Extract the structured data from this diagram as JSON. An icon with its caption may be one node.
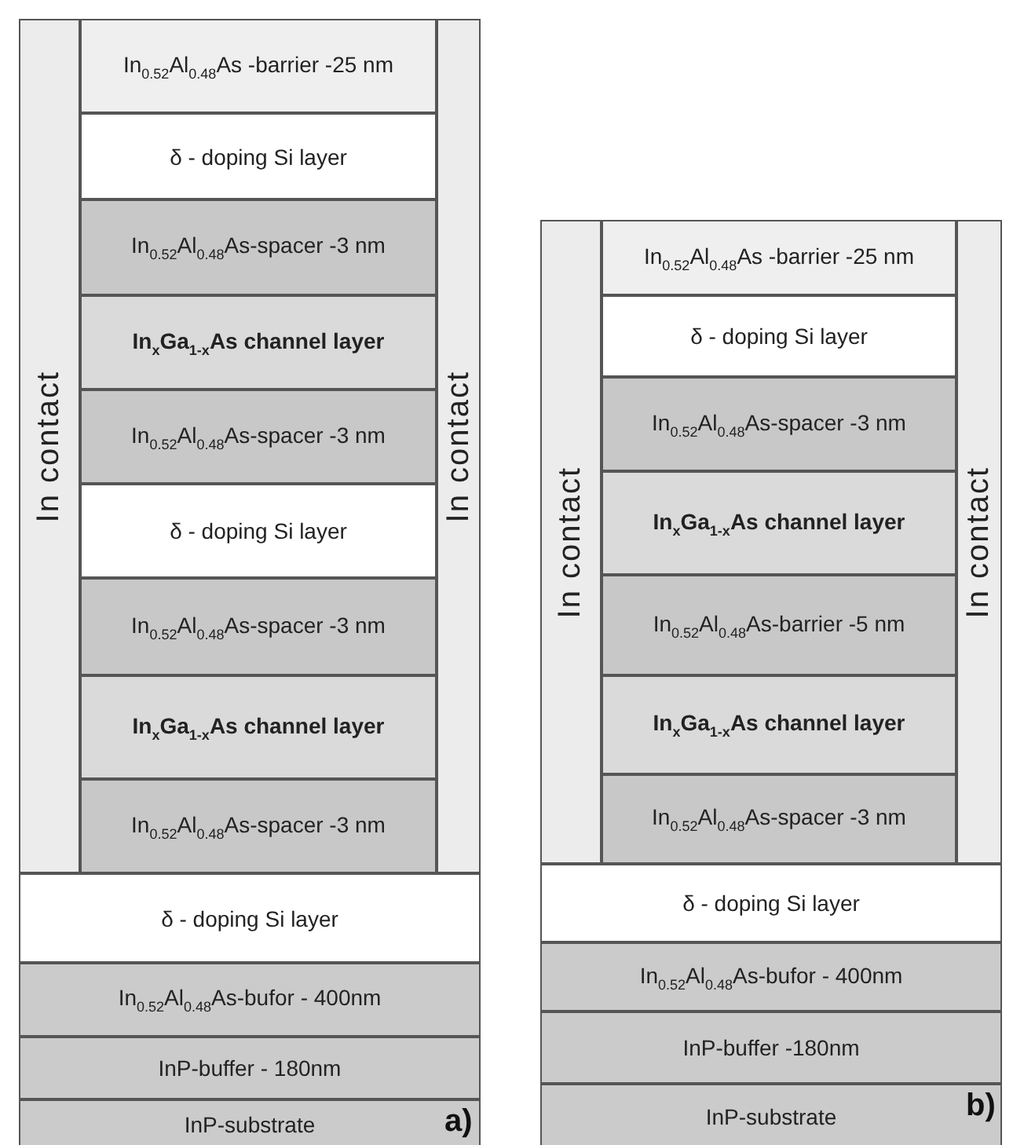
{
  "diagram": {
    "nodes": [
      {
        "text": [
          "In contact"
        ]
      },
      {
        "text": [
          "In$_{0.52}$Al$_{0.48}$As -barrier -25 nm"
        ]
      },
      {
        "text": [
          "δ - doping Si layer"
        ]
      },
      {
        "text": [
          "In$_{0.52}$Al$_{0.48}$As-spacer -3 nm"
        ]
      },
      {
        "text": [
          "In$_{x}$Ga$_{1-x}$As channel layer"
        ]
      },
      {
        "text": [
          "In$_{0.52}$Al$_{0.48}$As-spacer -3 nm"
        ]
      },
      {
        "text": [
          "δ - doping Si layer"
        ]
      },
      {
        "text": [
          "In$_{0.52}$Al$_{0.48}$As-spacer -3 nm"
        ]
      },
      {
        "text": [
          "In$_{x}$Ga$_{1-x}$As channel layer"
        ]
      },
      {
        "text": [
          "In$_{0.52}$Al$_{0.48}$As-spacer -3 nm"
        ]
      },
      {
        "text": [
          "In contact"
        ]
      },
      {
        "text": [
          "δ - doping Si layer"
        ]
      },
      {
        "text": [
          "In$_{0.52}$Al$_{0.48}$As-bufor - 400nm"
        ]
      },
      {
        "text": [
          "InP-buffer - 180nm"
        ]
      },
      {
        "text": [
          "InP-substrate"
        ]
      },
      {
        "text": [
          "In contact"
        ]
      },
      {
        "text": [
          "In$_{0.52}$Al$_{0.48}$As -barrier -25 nm"
        ]
      },
      {
        "text": [
          "δ - doping Si layer"
        ]
      },
      {
        "text": [
          "In$_{0.52}$Al$_{0.48}$As-spacer -3 nm"
        ]
      },
      {
        "text": [
          "In$_{x}$Ga$_{1-x}$As channel layer"
        ]
      },
      {
        "text": [
          "In$_{0.52}$Al$_{0.48}$As-barrier -5 nm"
        ]
      },
      {
        "text": [
          "In$_{x}$Ga$_{1-x}$As channel layer"
        ]
      },
      {
        "text": [
          "In$_{0.52}$Al$_{0.48}$As-spacer -3 nm"
        ]
      },
      {
        "text": [
          "In contact"
        ]
      },
      {
        "text": [
          "δ - doping Si layer"
        ]
      },
      {
        "text": [
          "In$_{0.52}$Al$_{0.48}$As-bufor - 400nm"
        ]
      },
      {
        "text": [
          "InP-buffer -180nm"
        ]
      },
      {
        "text": [
          "InP-substrate"
        ]
      }
    ],
    "labels": [
      "a)",
      "b)"
    ]
  }
}
